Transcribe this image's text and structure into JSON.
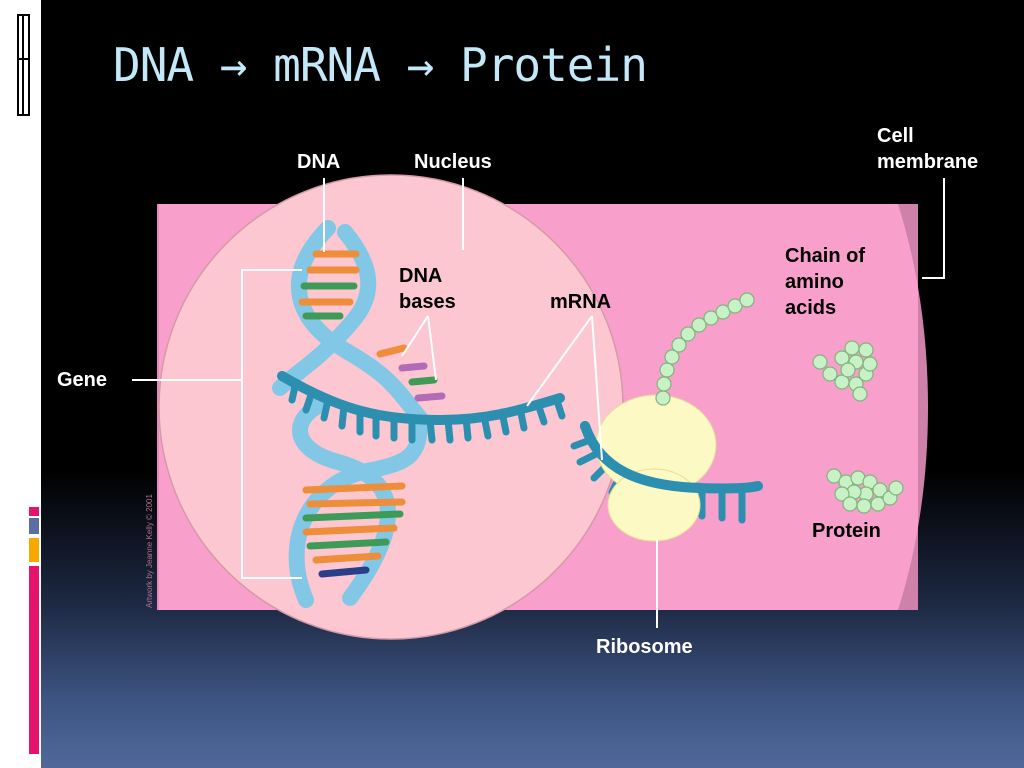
{
  "slide": {
    "title": "DNA → mRNA → Protein",
    "accent_colors": {
      "title": "#c3e8f7",
      "cell": "#f99fcb",
      "nucleus": "#fcc7d0",
      "dna_backbone": "#82c8e6",
      "mrna": "#2c8fb0",
      "ribosome": "#fdf9c4",
      "amino_acid": "#c8f2c6",
      "left_bars": [
        "#e5136b",
        "#5a6ea4",
        "#f7a900",
        "#e5136b"
      ]
    }
  },
  "diagram": {
    "labels": {
      "dna": "DNA",
      "nucleus": "Nucleus",
      "cell_membrane_line1": "Cell",
      "cell_membrane_line2": "membrane",
      "dna_bases_line1": "DNA",
      "dna_bases_line2": "bases",
      "mrna": "mRNA",
      "chain_line1": "Chain of",
      "chain_line2": "amino",
      "chain_line3": "acids",
      "gene": "Gene",
      "protein": "Protein",
      "ribosome": "Ribosome"
    },
    "credit": "Artwork by Jeanne Kelly © 2001"
  }
}
